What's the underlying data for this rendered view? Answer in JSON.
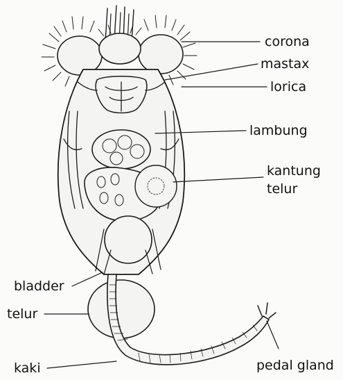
{
  "diagram": {
    "labels": {
      "corona": "corona",
      "mastax": "mastax",
      "lorica": "lorica",
      "lambung": "lambung",
      "kantung_line1": "kantung",
      "kantung_line2": "telur",
      "bladder": "bladder",
      "telur": "telur",
      "kaki": "kaki",
      "pedal_gland": "pedal gland"
    }
  }
}
